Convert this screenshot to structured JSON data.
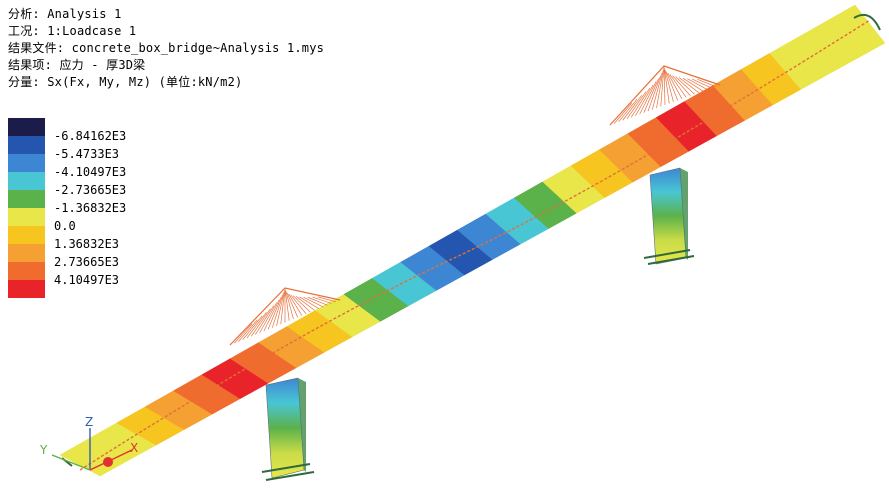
{
  "info": {
    "analysis": "分析: Analysis 1",
    "loadcase": "工况: 1:Loadcase 1",
    "result_file": "结果文件: concrete_box_bridge~Analysis 1.mys",
    "result_item": "结果项: 应力 - 厚3D梁",
    "component": "分量: Sx(Fx, My, Mz) (单位:kN/m2)"
  },
  "legend": {
    "colors": [
      "#1c1c4a",
      "#2456b0",
      "#3d86d4",
      "#49c6d4",
      "#5bb14a",
      "#e9e64a",
      "#f6c51f",
      "#f5a032",
      "#f06b2e",
      "#e8242a"
    ],
    "labels": [
      "-6.84162E3",
      "-5.4733E3",
      "-4.10497E3",
      "-2.73665E3",
      "-1.36832E3",
      "0.0",
      "1.36832E3",
      "2.73665E3",
      "4.10497E3"
    ]
  },
  "axes": {
    "x": "X",
    "y": "Y",
    "z": "Z"
  }
}
